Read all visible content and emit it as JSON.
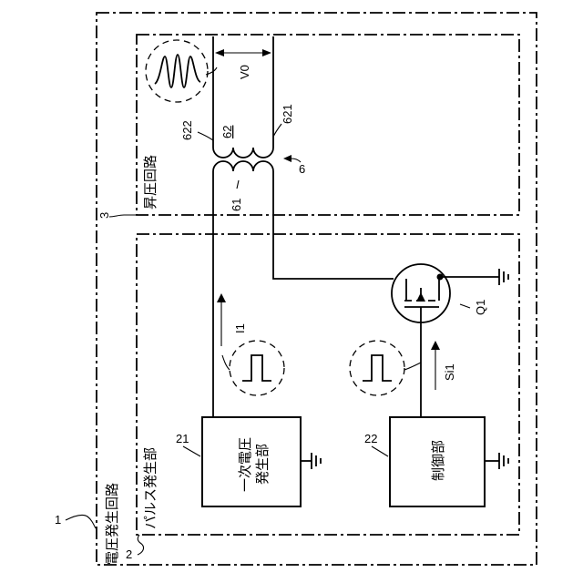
{
  "refs": {
    "r1": "1",
    "r2": "2",
    "r3": "3",
    "r6": "6",
    "r21": "21",
    "r22": "22",
    "r61": "61",
    "r62": "62",
    "r621": "621",
    "r622": "622"
  },
  "circuit_titles": {
    "voltage_generation": "電圧発生回路",
    "pulse_generation": "パルス発生部",
    "boost": "昇圧回路"
  },
  "blocks": {
    "primary_voltage_line1": "一次電圧",
    "primary_voltage_line2": "発生部",
    "control": "制御部"
  },
  "signals": {
    "current": "I1",
    "output_voltage": "V0",
    "control_signal": "Si1",
    "switch": "Q1"
  }
}
